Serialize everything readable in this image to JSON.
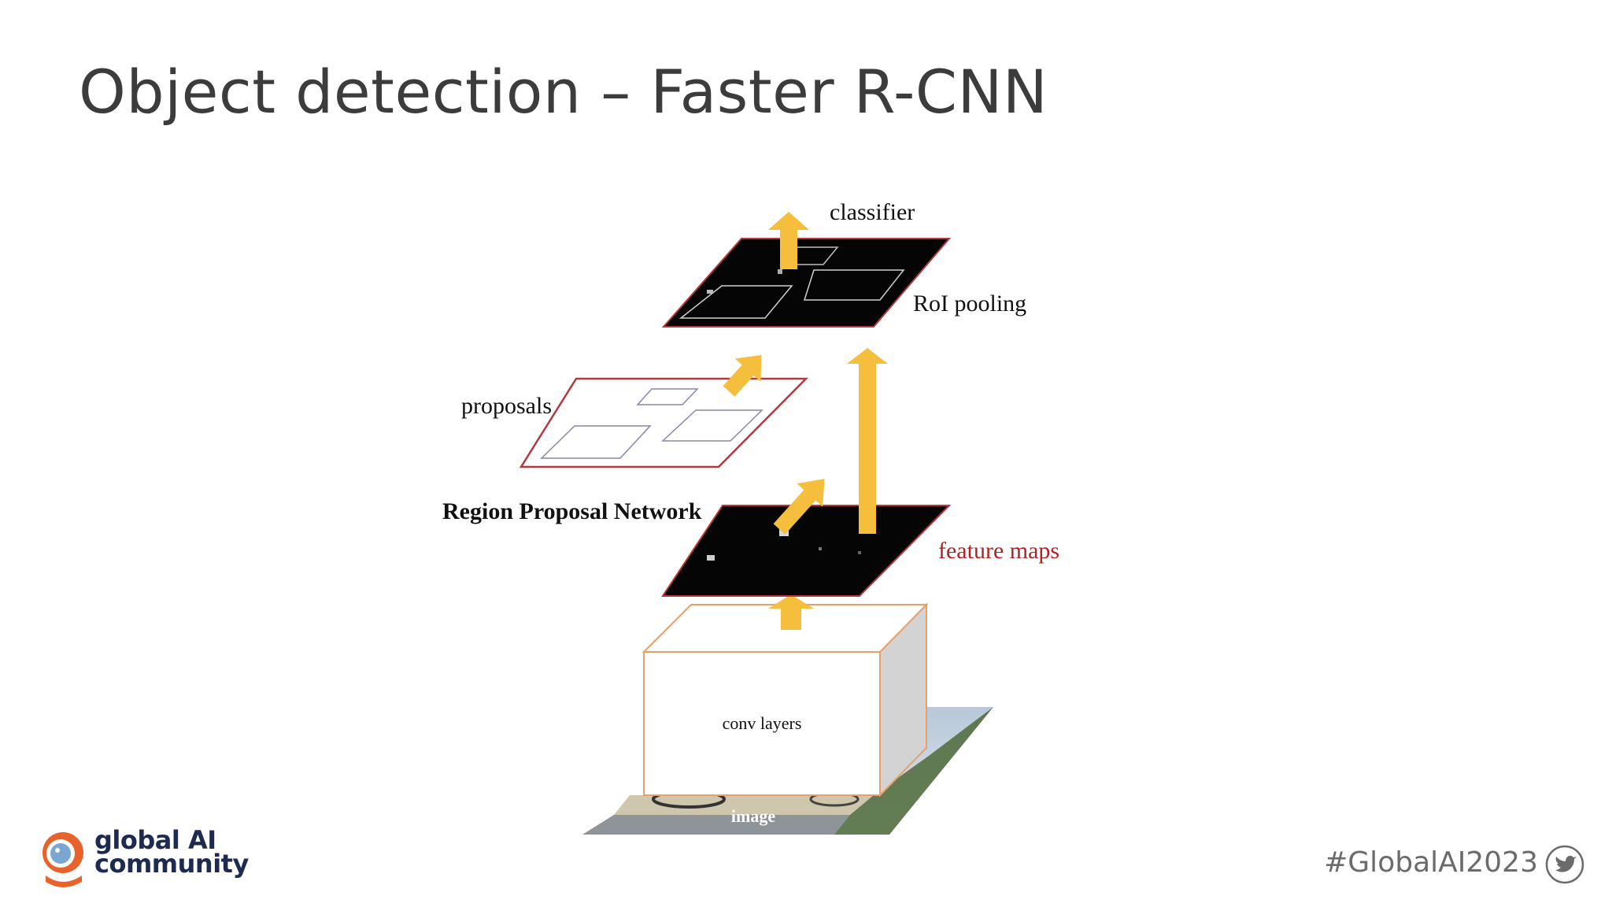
{
  "slide": {
    "title": "Object detection – Faster R-CNN",
    "hashtag": "#GlobalAI2023",
    "brand": {
      "line1": "global AI",
      "line2": "community"
    }
  },
  "diagram": {
    "labels": {
      "classifier": "classifier",
      "roi_pooling": "RoI pooling",
      "proposals": "proposals",
      "rpn": "Region Proposal Network",
      "feature_maps": "feature maps",
      "conv_layers": "conv layers",
      "image": "image"
    }
  },
  "colors": {
    "arrow": "#f5be3c",
    "feature_maps_text": "#b22222",
    "plane_border": "#b3393f",
    "box_border": "#e8a06a",
    "title": "#3c3c3c",
    "brand_orange": "#e8622c",
    "brand_blue": "#7aa6d4"
  },
  "icons": [
    "twitter-bird-icon",
    "global-ai-logo-icon"
  ]
}
